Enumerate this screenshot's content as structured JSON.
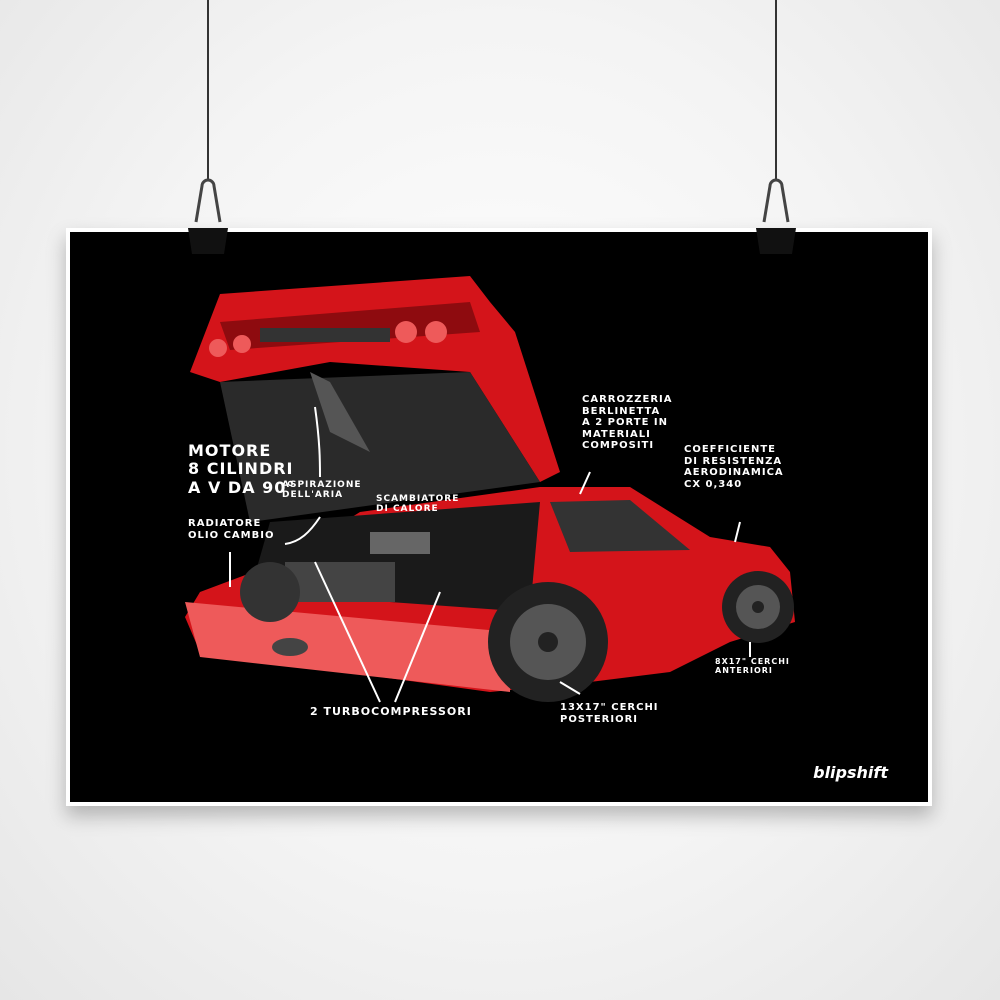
{
  "annotations": {
    "motore": "Motore\n8 cilindri\na V da 90°",
    "aspirazione": "Aspirazione\ndell'aria",
    "scambiatore": "Scambiatore\ndi calore",
    "radiatore": "Radiatore\nolio cambio",
    "carrozzeria": "Carrozzeria\nberlinetta\na 2 porte in\nmateriali\ncompositi",
    "coefficiente": "Coefficiente\ndi resistenza\naerodinamica\nCx 0,340",
    "turbo": "2 Turbocompressori",
    "posteriori": "13x17\" cerchi\nposteriori",
    "anteriori": "8x17\" cerchi\nanteriori"
  },
  "brand": "blipshift",
  "colors": {
    "red": "#d4141a",
    "dark_red": "#8e0b0f",
    "light_red": "#ee5a5a",
    "grey": "#555555"
  }
}
